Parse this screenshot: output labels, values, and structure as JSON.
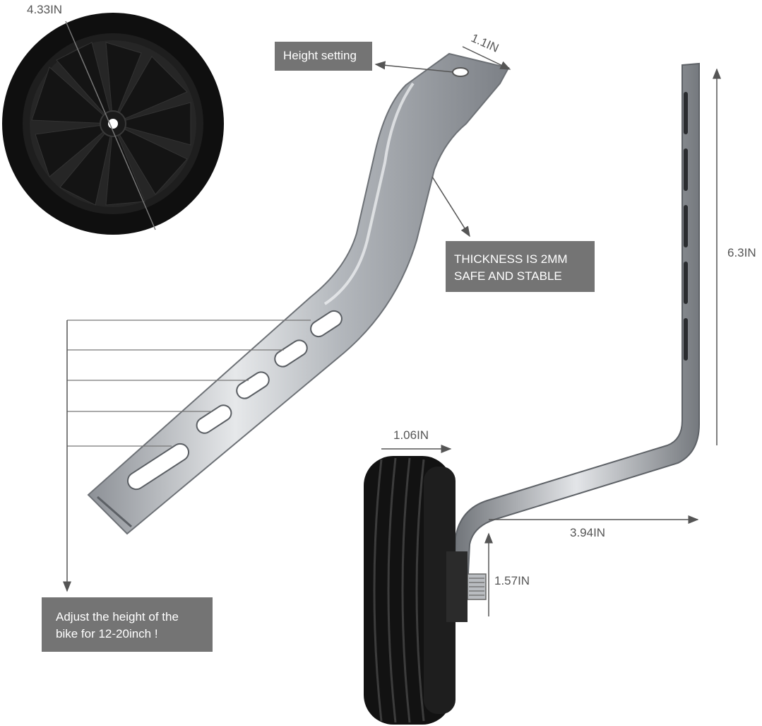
{
  "dimensions": {
    "wheel_diameter": "4.33IN",
    "bracket_width": "1.1IN",
    "arm_height": "6.3IN",
    "tire_width": "1.06IN",
    "arm_reach": "3.94IN",
    "axle_height": "1.57IN"
  },
  "callouts": {
    "height_setting": "Height setting",
    "thickness_line1": "THICKNESS IS 2MM",
    "thickness_line2": "SAFE AND STABLE",
    "adjust_line1": "Adjust the height of the",
    "adjust_line2": "bike for 12-20inch !"
  },
  "colors": {
    "label_box": "#747474",
    "label_text": "#555555",
    "metal": "#b7bbc0",
    "rubber": "#141414"
  },
  "icons": [
    "wheel-front-view",
    "bracket-arm",
    "side-arm",
    "wheel-side-view"
  ]
}
